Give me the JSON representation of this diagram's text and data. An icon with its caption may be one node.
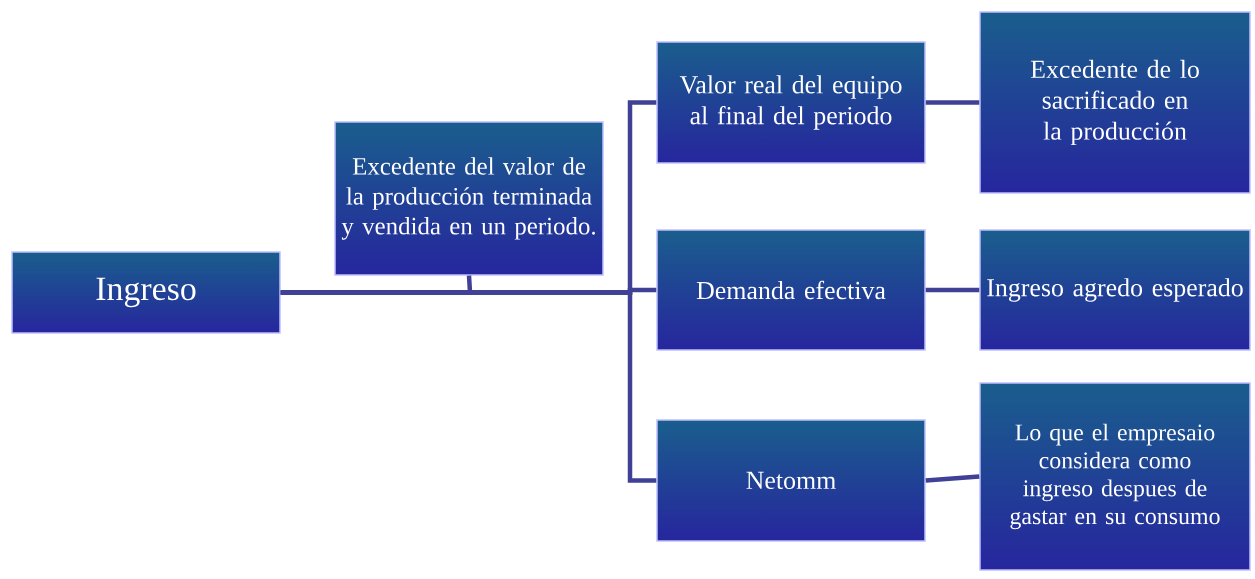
{
  "diagram": {
    "nodes": [
      {
        "text": [
          "Ingreso"
        ]
      },
      {
        "text": [
          "Excedente del valor de la producción terminada y vendida en un periodo."
        ]
      },
      {
        "text": [
          "Valor real del equipo al final del periodo"
        ]
      },
      {
        "text": [
          "Excedente de lo sacrificado en la producción"
        ]
      },
      {
        "text": [
          "Demanda efectiva"
        ]
      },
      {
        "text": [
          "Ingreso agredo esperado"
        ]
      },
      {
        "text": [
          "Netomm"
        ]
      },
      {
        "text": [
          "Lo que el empresaio considera como ingreso despues de gastar en su consumo"
        ]
      }
    ],
    "edges": [
      {
        "from": 0,
        "to": 1,
        "arrow": "none"
      },
      {
        "from": 0,
        "to": 2,
        "arrow": "none"
      },
      {
        "from": 0,
        "to": 4,
        "arrow": "none"
      },
      {
        "from": 0,
        "to": 6,
        "arrow": "none"
      },
      {
        "from": 2,
        "to": 3,
        "arrow": "none"
      },
      {
        "from": 4,
        "to": 5,
        "arrow": "none"
      },
      {
        "from": 6,
        "to": 7,
        "arrow": "none"
      }
    ]
  }
}
